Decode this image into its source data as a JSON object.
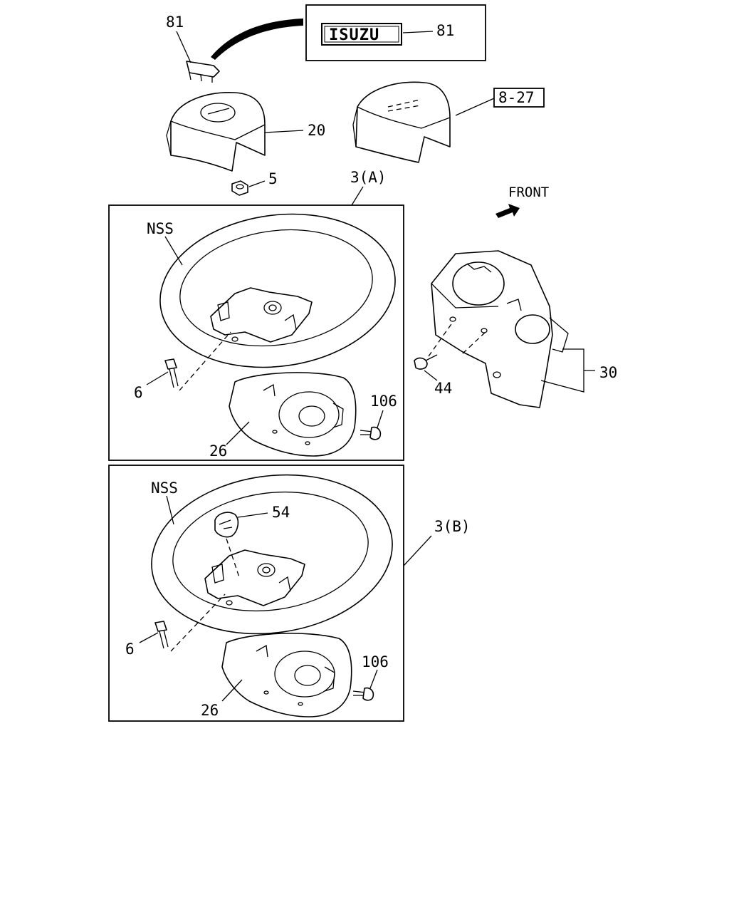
{
  "labels": {
    "emblem": "81",
    "emblem_detail": "81",
    "logo_text": "ISUZU",
    "horn_pad": "20",
    "nut": "5",
    "ref": "8-27",
    "variant_a": "3(A)",
    "variant_b": "3(B)",
    "front": "FRONT",
    "wheel_a": "NSS",
    "wheel_b": "NSS",
    "bolt_a": "6",
    "bolt_b": "6",
    "cover_a": "26",
    "cover_b": "26",
    "screw_a": "106",
    "screw_b": "106",
    "horn_contact": "54",
    "column_cover": "30",
    "tapping_screw": "44"
  }
}
